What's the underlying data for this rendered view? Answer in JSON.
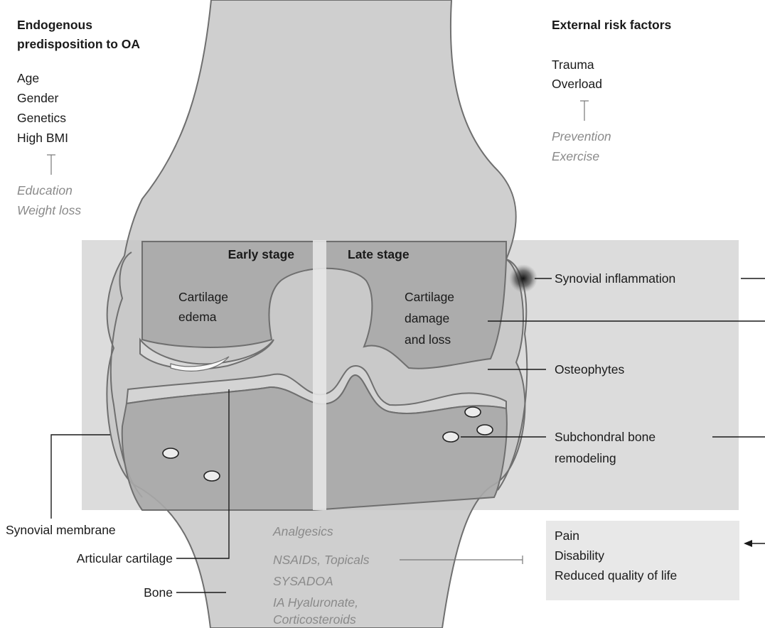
{
  "endogenous": {
    "title_line1": "Endogenous",
    "title_line2": "predisposition to OA",
    "factors": [
      "Age",
      "Gender",
      "Genetics",
      "High BMI"
    ],
    "interventions": [
      "Education",
      "Weight loss"
    ]
  },
  "external": {
    "title": "External risk factors",
    "factors": [
      "Trauma",
      "Overload"
    ],
    "interventions": [
      "Prevention",
      "Exercise"
    ]
  },
  "stages": {
    "early": "Early stage",
    "late": "Late stage"
  },
  "early_labels": {
    "cartilage_edema": [
      "Cartilage",
      "edema"
    ]
  },
  "late_labels": {
    "cartilage_damage": [
      "Cartilage",
      "damage",
      "and loss"
    ],
    "synovial_inflammation": "Synovial inflammation",
    "osteophytes": "Osteophytes",
    "subchondral": [
      "Subchondral bone",
      "remodeling"
    ]
  },
  "anatomy": {
    "synovial_membrane": "Synovial membrane",
    "articular_cartilage": "Articular cartilage",
    "bone": "Bone"
  },
  "treatments": [
    "Analgesics",
    "NSAIDs, Topicals",
    "SYSADOA",
    "IA Hyaluronate,",
    "Corticosteroids"
  ],
  "outcomes": [
    "Pain",
    "Disability",
    "Reduced quality of life"
  ],
  "colors": {
    "panel": "#dcdcdc",
    "bone": "#c4c4c4",
    "bone_dark": "#a9a9a9",
    "outline": "#6f6f6f",
    "outcome_box": "#e8e8e8",
    "intervention_text": "#8a8a8a"
  }
}
